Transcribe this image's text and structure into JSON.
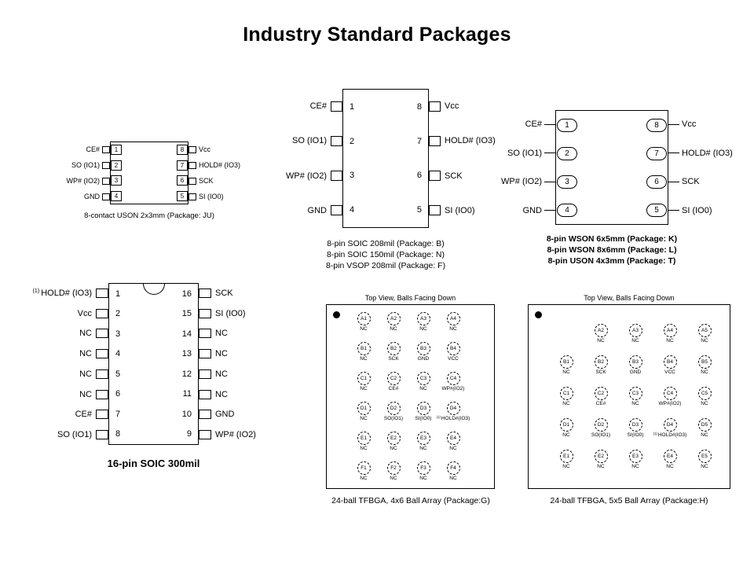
{
  "title": "Industry Standard Packages",
  "packages": {
    "uson8": {
      "caption": "8-contact USON 2x3mm (Package: JU)",
      "left_pins": [
        {
          "label": "CE#",
          "num": "1"
        },
        {
          "label": "SO (IO1)",
          "num": "2"
        },
        {
          "label": "WP# (IO2)",
          "num": "3"
        },
        {
          "label": "GND",
          "num": "4"
        }
      ],
      "right_pins": [
        {
          "label": "Vcc",
          "num": "8"
        },
        {
          "label": "HOLD# (IO3)",
          "num": "7"
        },
        {
          "label": "SCK",
          "num": "6"
        },
        {
          "label": "SI (IO0)",
          "num": "5"
        }
      ]
    },
    "soic8": {
      "captions": [
        "8-pin SOIC 208mil (Package: B)",
        "8-pin SOIC 150mil (Package: N)",
        "8-pin VSOP 208mil (Package: F)"
      ],
      "left_pins": [
        {
          "label": "CE#",
          "num": "1"
        },
        {
          "label": "SO (IO1)",
          "num": "2"
        },
        {
          "label": "WP# (IO2)",
          "num": "3"
        },
        {
          "label": "GND",
          "num": "4"
        }
      ],
      "right_pins": [
        {
          "label": "Vcc",
          "num": "8"
        },
        {
          "label": "HOLD# (IO3)",
          "num": "7"
        },
        {
          "label": "SCK",
          "num": "6"
        },
        {
          "label": "SI (IO0)",
          "num": "5"
        }
      ]
    },
    "wson8": {
      "captions": [
        "8-pin WSON 6x5mm (Package: K)",
        "8-pin WSON 8x6mm (Package: L)",
        "8-pin USON 4x3mm (Package: T)"
      ],
      "left_pins": [
        {
          "label": "CE#",
          "num": "1"
        },
        {
          "label": "SO (IO1)",
          "num": "2"
        },
        {
          "label": "WP# (IO2)",
          "num": "3"
        },
        {
          "label": "GND",
          "num": "4"
        }
      ],
      "right_pins": [
        {
          "label": "Vcc",
          "num": "8"
        },
        {
          "label": "HOLD# (IO3)",
          "num": "7"
        },
        {
          "label": "SCK",
          "num": "6"
        },
        {
          "label": "SI (IO0)",
          "num": "5"
        }
      ]
    },
    "soic16": {
      "caption": "16-pin SOIC 300mil",
      "left_pins": [
        {
          "label": "HOLD# (IO3)",
          "num": "1",
          "sup": "(1)"
        },
        {
          "label": "Vcc",
          "num": "2"
        },
        {
          "label": "NC",
          "num": "3"
        },
        {
          "label": "NC",
          "num": "4"
        },
        {
          "label": "NC",
          "num": "5"
        },
        {
          "label": "NC",
          "num": "6"
        },
        {
          "label": "CE#",
          "num": "7"
        },
        {
          "label": "SO (IO1)",
          "num": "8"
        }
      ],
      "right_pins": [
        {
          "label": "SCK",
          "num": "16"
        },
        {
          "label": "SI (IO0)",
          "num": "15"
        },
        {
          "label": "NC",
          "num": "14"
        },
        {
          "label": "NC",
          "num": "13"
        },
        {
          "label": "NC",
          "num": "12"
        },
        {
          "label": "NC",
          "num": "11"
        },
        {
          "label": "GND",
          "num": "10"
        },
        {
          "label": "WP# (IO2)",
          "num": "9"
        }
      ]
    },
    "bga4x6": {
      "view_label": "Top View, Balls Facing Down",
      "caption": "24-ball TFBGA, 4x6 Ball Array (Package:G)",
      "rows": [
        [
          {
            "id": "A1",
            "label": "NC"
          },
          {
            "id": "A2",
            "label": "NC"
          },
          {
            "id": "A3",
            "label": "NC"
          },
          {
            "id": "A4",
            "label": "NC"
          }
        ],
        [
          {
            "id": "B1",
            "label": "NC"
          },
          {
            "id": "B2",
            "label": "SCK"
          },
          {
            "id": "B3",
            "label": "GND"
          },
          {
            "id": "B4",
            "label": "VCC"
          }
        ],
        [
          {
            "id": "C1",
            "label": "NC"
          },
          {
            "id": "C2",
            "label": "CE#"
          },
          {
            "id": "C3",
            "label": "NC"
          },
          {
            "id": "C4",
            "label": "WP#(IO2)"
          }
        ],
        [
          {
            "id": "D1",
            "label": "NC"
          },
          {
            "id": "D2",
            "label": "SO(IO1)"
          },
          {
            "id": "D3",
            "label": "SI(IO0)"
          },
          {
            "id": "D4",
            "label": "HOLD#(IO3)",
            "sup": "(1)"
          }
        ],
        [
          {
            "id": "E1",
            "label": "NC"
          },
          {
            "id": "E2",
            "label": "NC"
          },
          {
            "id": "E3",
            "label": "NC"
          },
          {
            "id": "E4",
            "label": "NC"
          }
        ],
        [
          {
            "id": "F1",
            "label": "NC"
          },
          {
            "id": "F2",
            "label": "NC"
          },
          {
            "id": "F3",
            "label": "NC"
          },
          {
            "id": "F4",
            "label": "NC"
          }
        ]
      ]
    },
    "bga5x5": {
      "view_label": "Top View, Balls Facing Down",
      "caption": "24-ball TFBGA, 5x5 Ball Array (Package:H)",
      "rows": [
        [
          null,
          {
            "id": "A2",
            "label": "NC"
          },
          {
            "id": "A3",
            "label": "NC"
          },
          {
            "id": "A4",
            "label": "NC"
          },
          {
            "id": "A5",
            "label": "NC"
          }
        ],
        [
          {
            "id": "B1",
            "label": "NC"
          },
          {
            "id": "B2",
            "label": "SCK"
          },
          {
            "id": "B3",
            "label": "GND"
          },
          {
            "id": "B4",
            "label": "VCC"
          },
          {
            "id": "B5",
            "label": "NC"
          }
        ],
        [
          {
            "id": "C1",
            "label": "NC"
          },
          {
            "id": "C2",
            "label": "CE#"
          },
          {
            "id": "C3",
            "label": "NC"
          },
          {
            "id": "C4",
            "label": "WP#(IO2)"
          },
          {
            "id": "C5",
            "label": "NC"
          }
        ],
        [
          {
            "id": "D1",
            "label": "NC"
          },
          {
            "id": "D2",
            "label": "SO(IO1)"
          },
          {
            "id": "D3",
            "label": "SI(IO0)"
          },
          {
            "id": "D4",
            "label": "HOLD#(IO3)",
            "sup": "(1)"
          },
          {
            "id": "D5",
            "label": "NC"
          }
        ],
        [
          {
            "id": "E1",
            "label": "NC"
          },
          {
            "id": "E2",
            "label": "NC"
          },
          {
            "id": "E3",
            "label": "NC"
          },
          {
            "id": "E4",
            "label": "NC"
          },
          {
            "id": "E5",
            "label": "NC"
          }
        ]
      ]
    }
  }
}
